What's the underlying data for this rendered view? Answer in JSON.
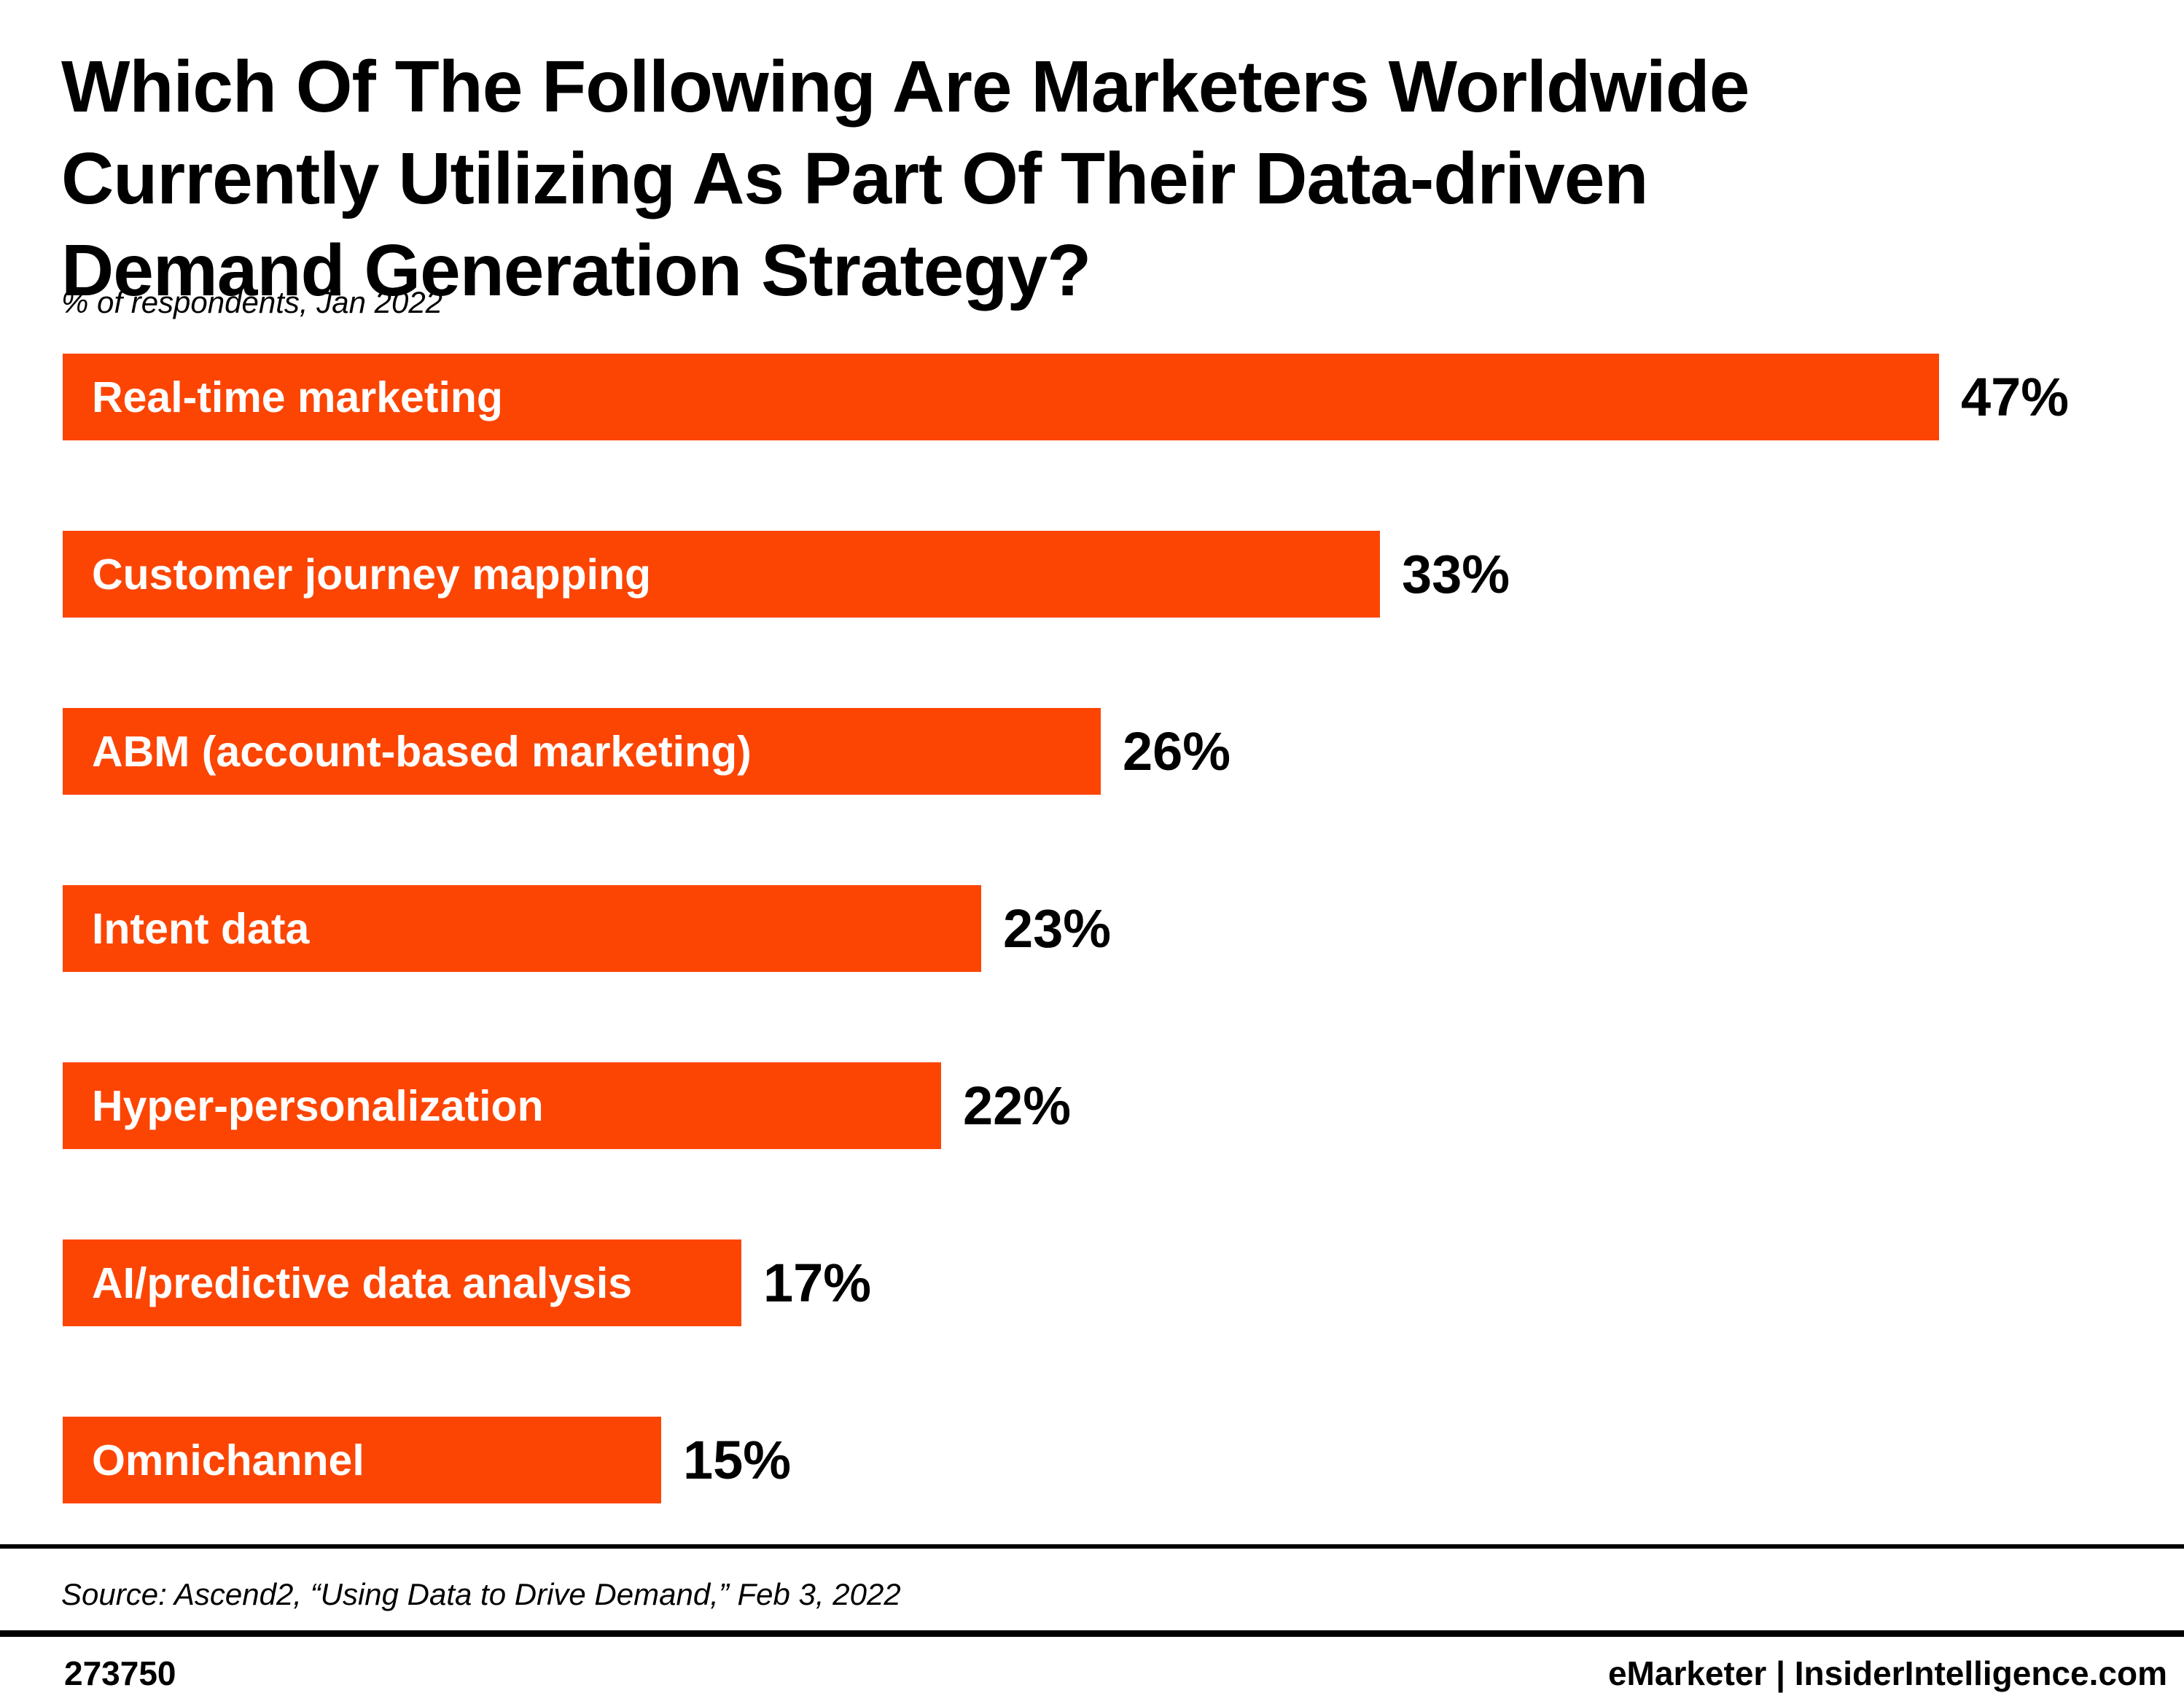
{
  "header": {
    "title_lines": [
      "Which Of The Following Are Marketers Worldwide",
      "Currently Utilizing As Part Of Their Data-driven",
      "Demand Generation Strategy?"
    ],
    "subtitle": "% of respondents, Jan 2022"
  },
  "chart_data": {
    "type": "bar",
    "orientation": "horizontal",
    "title": "Which Of The Following Are Marketers Worldwide Currently Utilizing As Part Of Their Data-driven Demand Generation Strategy?",
    "subtitle": "% of respondents, Jan 2022",
    "unit": "% of respondents",
    "categories": [
      "Real-time marketing",
      "Customer journey mapping",
      "ABM (account-based marketing)",
      "Intent data",
      "Hyper-personalization",
      "AI/predictive data analysis",
      "Omnichannel"
    ],
    "values": [
      47,
      33,
      26,
      23,
      22,
      17,
      15
    ],
    "xlim": [
      0,
      50
    ],
    "grid": false,
    "legend": false,
    "bar_color": "#FC4503",
    "value_label_color": "#000000",
    "category_label_color": "#FFFFFF",
    "bars": [
      {
        "label": "Real-time marketing",
        "value": 47,
        "value_label": "47%"
      },
      {
        "label": "Customer journey mapping",
        "value": 33,
        "value_label": "33%"
      },
      {
        "label": "ABM (account-based marketing)",
        "value": 26,
        "value_label": "26%"
      },
      {
        "label": "Intent data",
        "value": 23,
        "value_label": "23%"
      },
      {
        "label": "Hyper-personalization",
        "value": 22,
        "value_label": "22%"
      },
      {
        "label": "AI/predictive data analysis",
        "value": 17,
        "value_label": "17%"
      },
      {
        "label": "Omnichannel",
        "value": 15,
        "value_label": "15%"
      }
    ]
  },
  "footer": {
    "source": "Source: Ascend2, “Using Data to Drive Demand,” Feb 3, 2022",
    "chart_id": "273750",
    "brand": "eMarketer | InsiderIntelligence.com"
  }
}
